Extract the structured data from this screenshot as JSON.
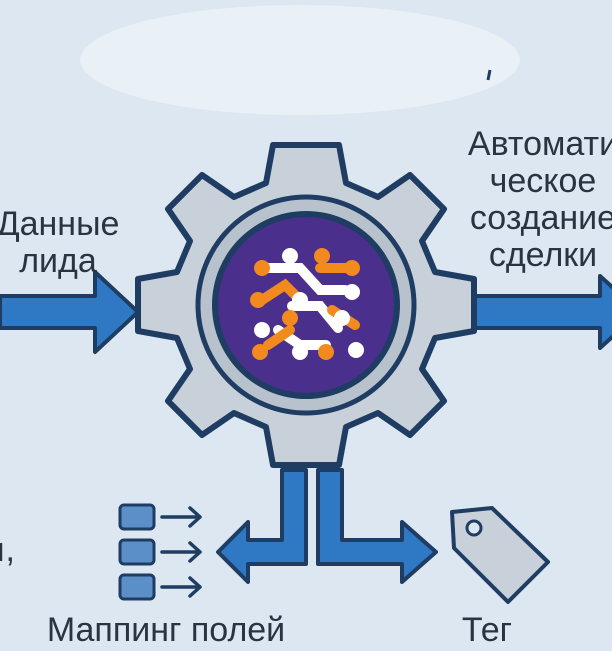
{
  "input_label": [
    "Данные",
    "лида"
  ],
  "output_label": [
    "Автомати",
    "ческое",
    "создание",
    "сделки"
  ],
  "mapping_label": "Маппинг полей",
  "tag_label": "Тег",
  "cutoff_text": "ı,",
  "colors": {
    "background": "#dce7f1",
    "arrow_blue": "#2f78c4",
    "outline_dark": "#1f3d63",
    "gear_fill": "#c8d1da",
    "logo_purple": "#4a2f8c",
    "logo_orange": "#f28a1e"
  },
  "icons": [
    "gear-icon",
    "logo-icon",
    "arrow-right-icon",
    "list-icon",
    "tag-icon"
  ]
}
